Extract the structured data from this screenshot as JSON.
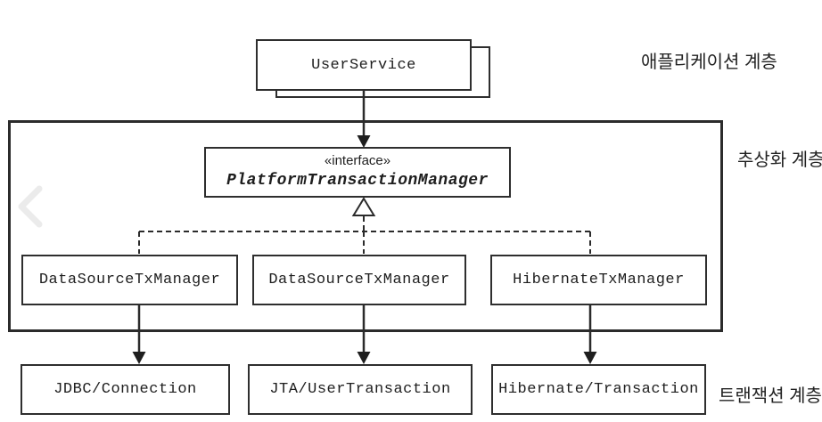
{
  "diagram": {
    "application_box": {
      "label": "UserService"
    },
    "interface_box": {
      "stereotype": "«interface»",
      "name": "PlatformTransactionManager"
    },
    "managers": [
      {
        "label": "DataSourceTxManager"
      },
      {
        "label": "DataSourceTxManager"
      },
      {
        "label": "HibernateTxManager"
      }
    ],
    "resources": [
      {
        "label": "JDBC/Connection"
      },
      {
        "label": "JTA/UserTransaction"
      },
      {
        "label": "Hibernate/Transaction"
      }
    ],
    "layer_labels": {
      "application": "애플리케이션 계층",
      "abstraction": "추상화 계층",
      "transaction": "트랜잭션 계층"
    },
    "colors": {
      "line": "#2b2b2b",
      "box_border": "#2e2e2e",
      "background": "#ffffff",
      "chevron_overlay": "#ebebeb"
    }
  }
}
